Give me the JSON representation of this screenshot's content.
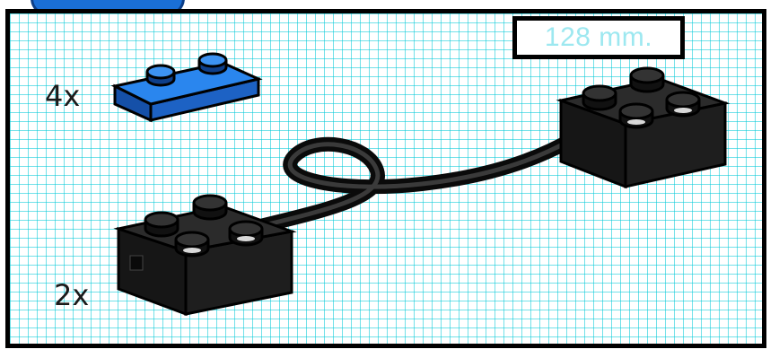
{
  "parts": [
    {
      "quantity": "4x",
      "part": "blue-plate-1x2",
      "color": "#1e6fd8"
    },
    {
      "quantity": "2x",
      "part": "black-brick-2x2-with-cable",
      "color": "#1c1c1c"
    }
  ],
  "measurement": {
    "label": "128 mm."
  },
  "colors": {
    "grid": "#00c8d7",
    "border": "#000000",
    "blue_tab": "#1a6fd6",
    "measure_text": "#9de8f0"
  }
}
